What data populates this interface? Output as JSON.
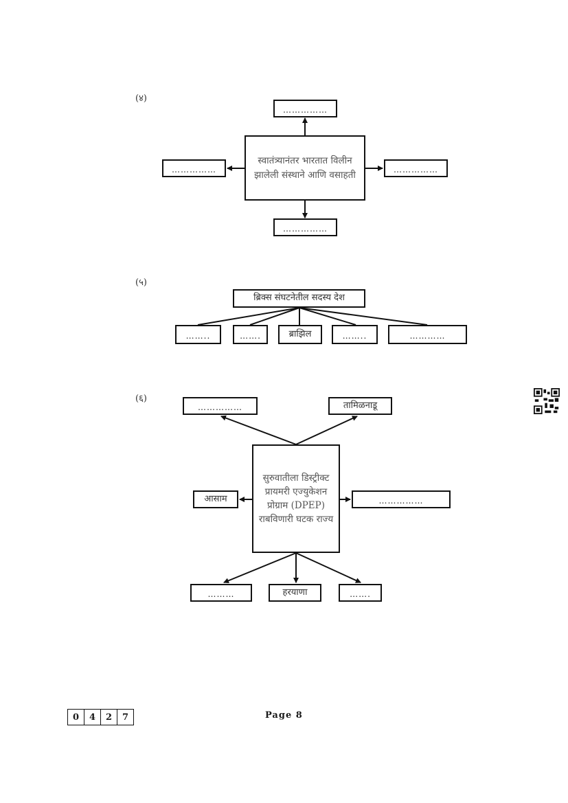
{
  "diagram4": {
    "label": "(४)",
    "center": "स्वातंत्र्यानंतर भारतात विलीन झालेली संस्थाने आणि वसाहती",
    "top": "……………",
    "left": "……………",
    "right": "……………",
    "bottom": "……………"
  },
  "diagram5": {
    "label": "(५)",
    "title": "ब्रिक्स संघटनेतील सदस्य देश",
    "children": [
      "……..",
      "…….",
      "ब्राझिल",
      "……..",
      "…………"
    ]
  },
  "diagram6": {
    "label": "(६)",
    "center": "सुरुवातीला डिस्ट्रीक्ट प्रायमरी एज्युकेशन प्रोग्राम (DPEP) राबविणारी घटक राज्य",
    "top_left": "……………",
    "top_right": "तामिळनाडू",
    "left": "आसाम",
    "right": "……………",
    "bottom": [
      "………",
      "हरयाणा",
      "……."
    ]
  },
  "footer": {
    "code_digits": [
      "0",
      "4",
      "2",
      "7"
    ],
    "page_label": "Page 8"
  },
  "icons": {
    "qr": "qr-code-icon"
  }
}
